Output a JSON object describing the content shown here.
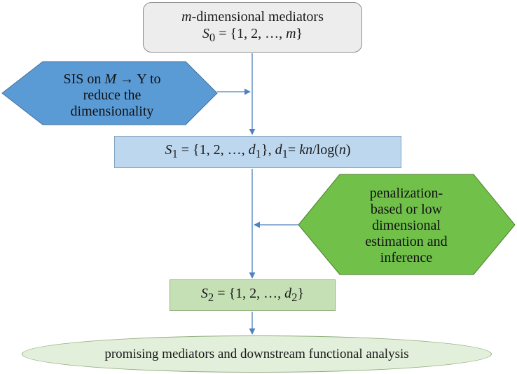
{
  "colors": {
    "start_fill": "#ededed",
    "step1_fill": "#bdd7ee",
    "step2_fill": "#c5e0b4",
    "final_fill": "#e2efda",
    "sis_hexagon_fill": "#5b9bd5",
    "penalization_hexagon_fill": "#70c04a",
    "arrow": "#4f81bd"
  },
  "nodes": {
    "start": {
      "line1": "m-dimensional mediators",
      "line2": "S0 = {1, 2, …, m}"
    },
    "sis": {
      "line1": "SIS on M → Y to",
      "line2": "reduce the",
      "line3": "dimensionality"
    },
    "step1": {
      "text": "S1 = {1, 2, …, d1}, d1= kn/log(n)"
    },
    "penalization": {
      "line1": "penalization-",
      "line2": "based or low",
      "line3": "dimensional",
      "line4": "estimation and",
      "line5": "inference"
    },
    "step2": {
      "text": "S2 = {1, 2, …, d2}"
    },
    "final": {
      "text": "promising mediators and downstream functional analysis"
    }
  }
}
